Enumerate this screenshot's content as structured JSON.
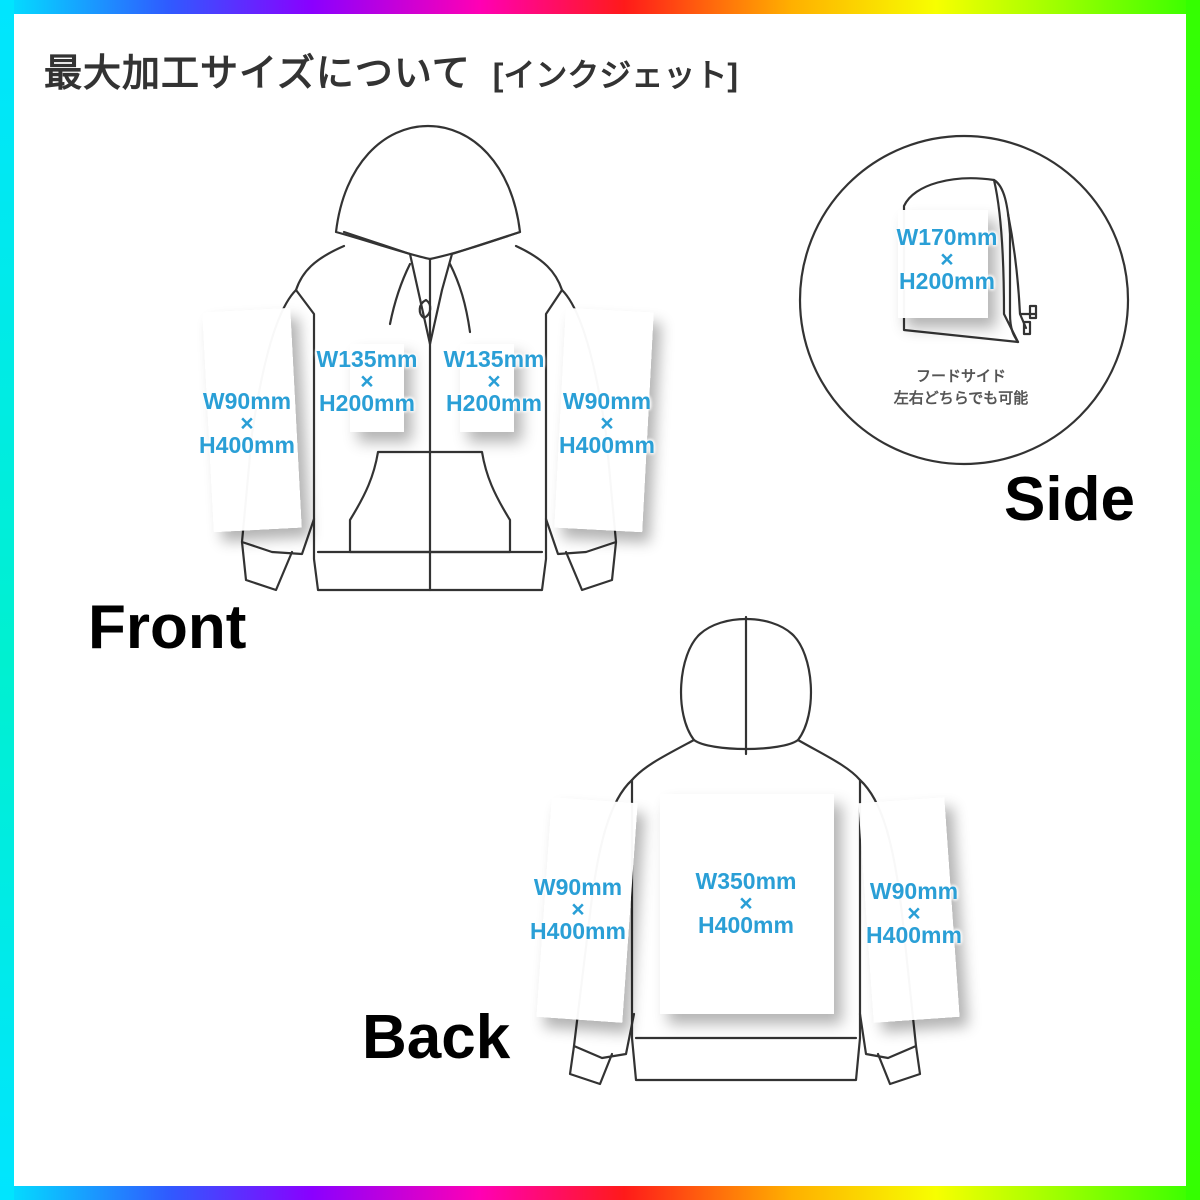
{
  "title": "最大加工サイズについて",
  "subtitle": "[インクジェット]",
  "views": {
    "front": "Front",
    "side": "Side",
    "back": "Back"
  },
  "front": {
    "left_sleeve": {
      "width": "W90mm",
      "x": "×",
      "height": "H400mm"
    },
    "left_chest": {
      "width": "W135mm",
      "x": "×",
      "height": "H200mm"
    },
    "right_chest": {
      "width": "W135mm",
      "x": "×",
      "height": "H200mm"
    },
    "right_sleeve": {
      "width": "W90mm",
      "x": "×",
      "height": "H400mm"
    }
  },
  "side": {
    "hood": {
      "width": "W170mm",
      "x": "×",
      "height": "H200mm"
    },
    "note_line1": "フードサイド",
    "note_line2": "左右どちらでも可能"
  },
  "back": {
    "left_sleeve": {
      "width": "W90mm",
      "x": "×",
      "height": "H400mm"
    },
    "body": {
      "width": "W350mm",
      "x": "×",
      "height": "H400mm"
    },
    "right_sleeve": {
      "width": "W90mm",
      "x": "×",
      "height": "H400mm"
    }
  },
  "colors": {
    "spec_text": "#2a9fd6",
    "outline": "#333333"
  }
}
